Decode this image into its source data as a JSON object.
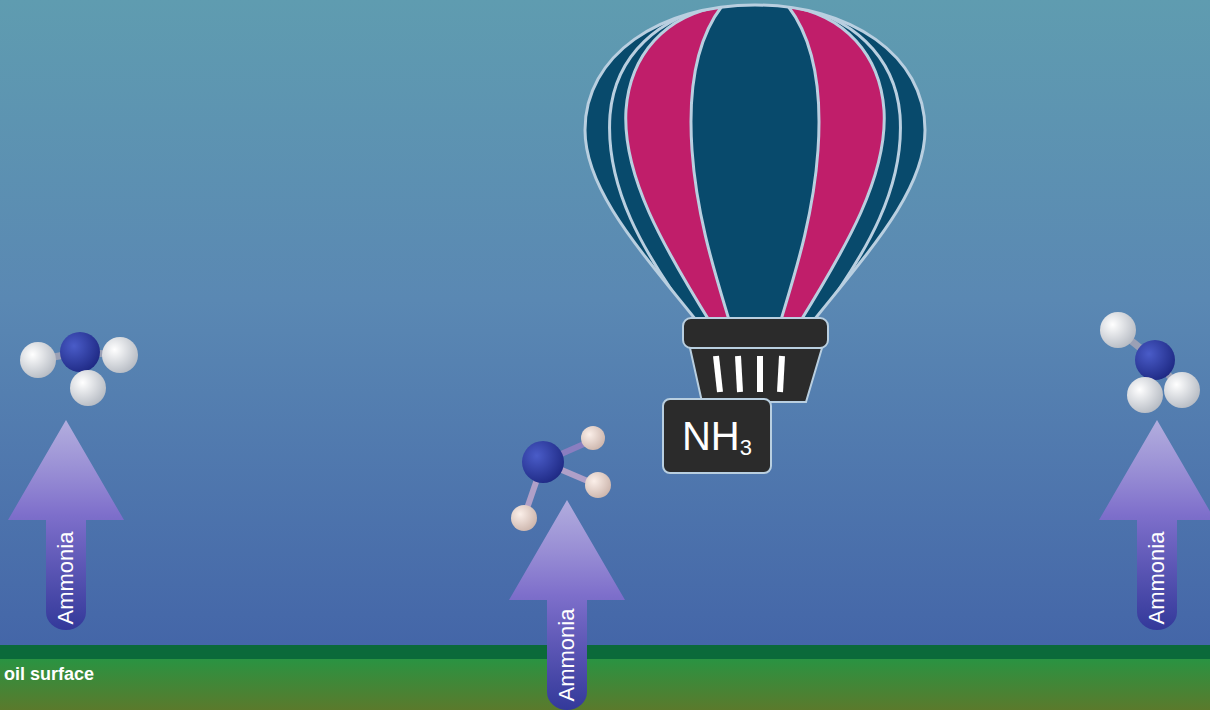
{
  "diagram": {
    "nodes": [
      {
        "text": [
          "Ammonia"
        ]
      },
      {
        "text": [
          "Ammonia"
        ]
      },
      {
        "text": [
          "Ammonia"
        ]
      },
      {
        "text": [
          "NH",
          "3"
        ]
      }
    ],
    "labels": [
      "oil surface"
    ]
  }
}
